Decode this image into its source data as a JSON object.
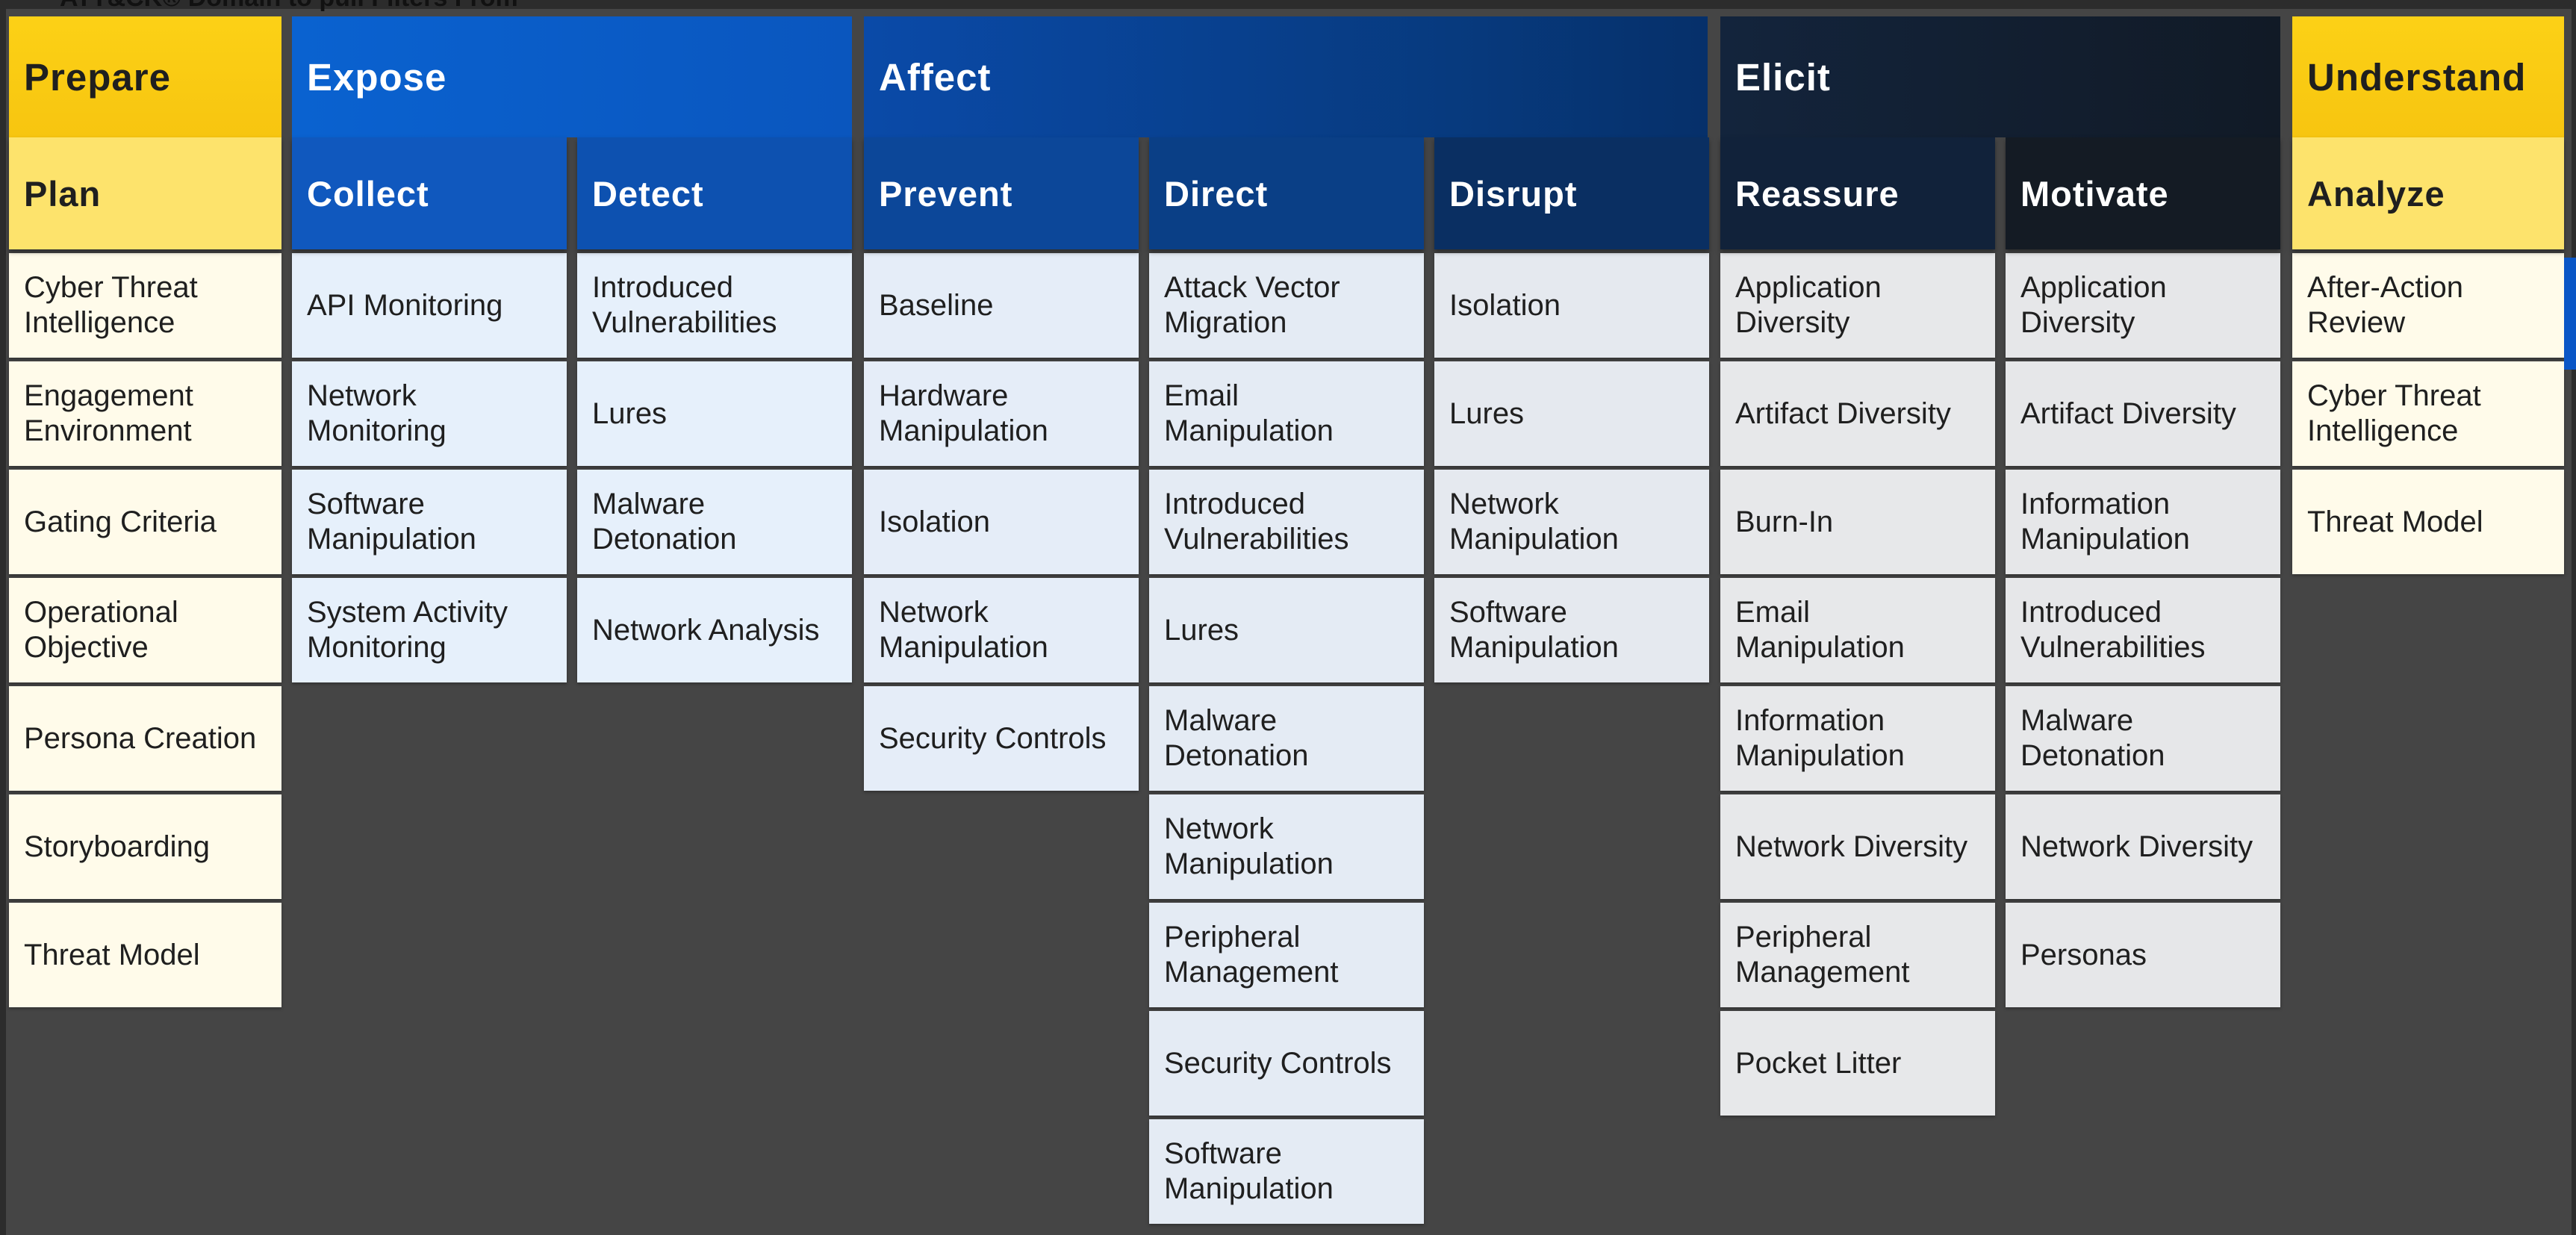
{
  "caption": "ATT&CK® Domain to pull Filters From",
  "colors": {
    "prepare_goal": "#fcd116",
    "plan_header": "#fde36c",
    "prepare_cell": "#fffbea",
    "expose_goal_start": "#0a5fcc",
    "expose_cell": "#e6f0fb",
    "affect_goal_start": "#0a4aa6",
    "affect_cell": "#e5ebf5",
    "elicit_goal": "#121b27",
    "elicit_cell": "#e7e8ea",
    "background": "#454545"
  },
  "goals": [
    {
      "key": "prepare",
      "label": "Prepare"
    },
    {
      "key": "expose",
      "label": "Expose"
    },
    {
      "key": "affect",
      "label": "Affect"
    },
    {
      "key": "elicit",
      "label": "Elicit"
    },
    {
      "key": "understand",
      "label": "Understand"
    }
  ],
  "columns": [
    {
      "name": "Plan",
      "items": [
        "Cyber Threat Intelligence",
        "Engagement Environment",
        "Gating Criteria",
        "Operational Objective",
        "Persona Creation",
        "Storyboarding",
        "Threat Model"
      ]
    },
    {
      "name": "Collect",
      "items": [
        "API Monitoring",
        "Network Monitoring",
        "Software Manipulation",
        "System Activity Monitoring"
      ]
    },
    {
      "name": "Detect",
      "items": [
        "Introduced Vulnerabilities",
        "Lures",
        "Malware Detonation",
        "Network Analysis"
      ]
    },
    {
      "name": "Prevent",
      "items": [
        "Baseline",
        "Hardware Manipulation",
        "Isolation",
        "Network Manipulation",
        "Security Controls"
      ]
    },
    {
      "name": "Direct",
      "items": [
        "Attack Vector Migration",
        "Email Manipulation",
        "Introduced Vulnerabilities",
        "Lures",
        "Malware Detonation",
        "Network Manipulation",
        "Peripheral Management",
        "Security Controls",
        "Software Manipulation"
      ]
    },
    {
      "name": "Disrupt",
      "items": [
        "Isolation",
        "Lures",
        "Network Manipulation",
        "Software Manipulation"
      ]
    },
    {
      "name": "Reassure",
      "items": [
        "Application Diversity",
        "Artifact Diversity",
        "Burn-In",
        "Email Manipulation",
        "Information Manipulation",
        "Network Diversity",
        "Peripheral Management",
        "Pocket Litter"
      ]
    },
    {
      "name": "Motivate",
      "items": [
        "Application Diversity",
        "Artifact Diversity",
        "Information Manipulation",
        "Introduced Vulnerabilities",
        "Malware Detonation",
        "Network Diversity",
        "Personas"
      ]
    },
    {
      "name": "Analyze",
      "items": [
        "After-Action Review",
        "Cyber Threat Intelligence",
        "Threat Model"
      ]
    }
  ]
}
